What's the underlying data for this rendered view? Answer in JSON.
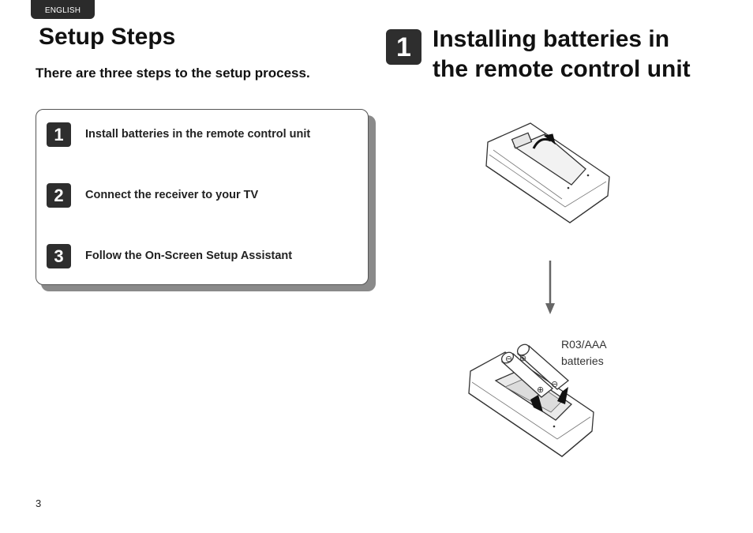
{
  "header": {
    "language_tab": "ENGLISH"
  },
  "left": {
    "title": "Setup Steps",
    "subtitle": "There are three steps to the setup process.",
    "steps": [
      {
        "number": "1",
        "text": "Install batteries in the remote control unit"
      },
      {
        "number": "2",
        "text": "Connect the receiver to your TV"
      },
      {
        "number": "3",
        "text": "Follow the On-Screen Setup Assistant"
      }
    ]
  },
  "right": {
    "section_number": "1",
    "section_title_line1": "Installing batteries in",
    "section_title_line2": "the remote control unit",
    "battery_label_line1": "R03/AAA",
    "battery_label_line2": "batteries"
  },
  "footer": {
    "page_number": "3"
  }
}
